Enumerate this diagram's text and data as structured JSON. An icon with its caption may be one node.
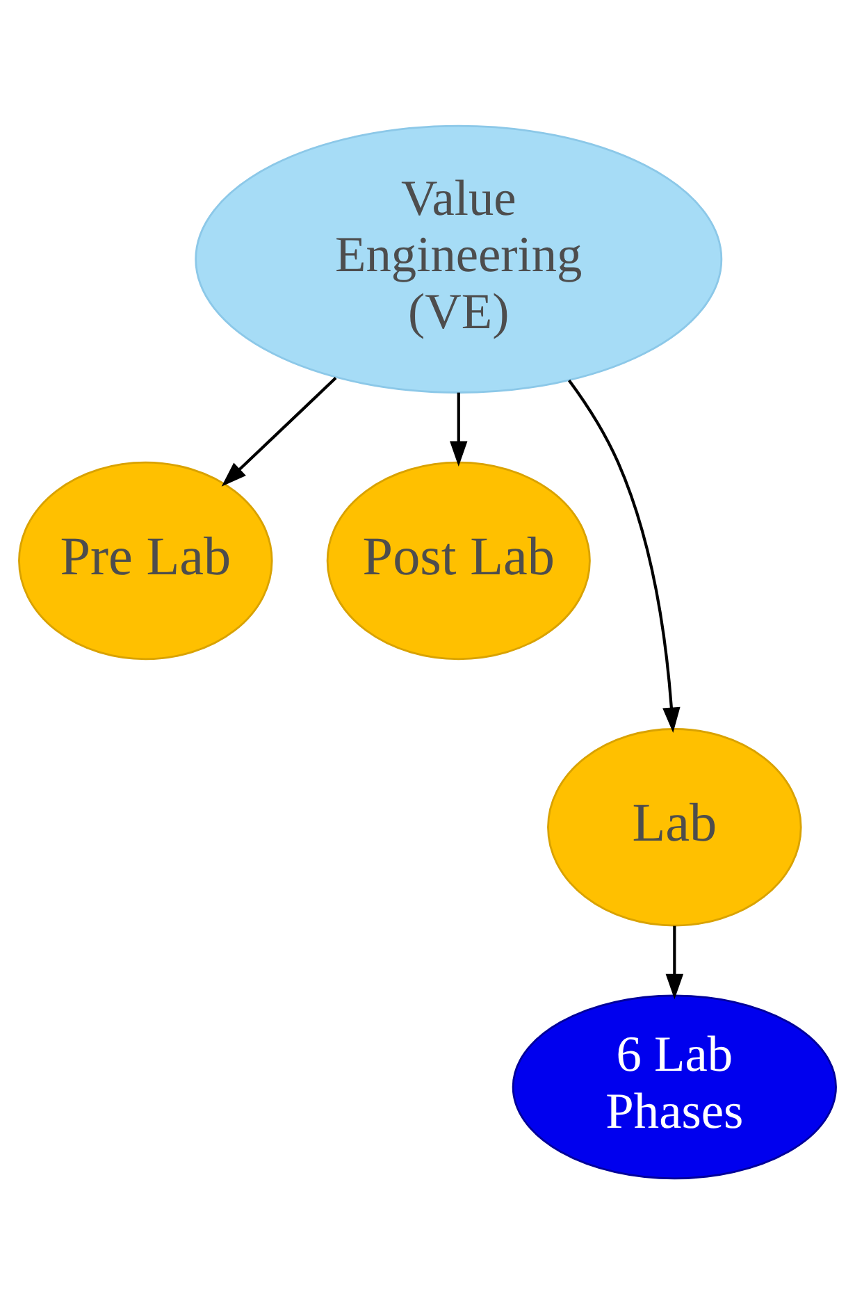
{
  "diagram": {
    "nodes": [
      {
        "text": [
          "Value Engineering (VE)"
        ]
      },
      {
        "text": [
          "Pre Lab"
        ]
      },
      {
        "text": [
          "Post Lab"
        ]
      },
      {
        "text": [
          "Lab"
        ]
      },
      {
        "text": [
          "6 Lab Phases"
        ]
      }
    ],
    "edges": [
      {
        "from": 0,
        "to": 1,
        "arrow": "to"
      },
      {
        "from": 0,
        "to": 3,
        "arrow": "to"
      },
      {
        "from": 0,
        "to": 2,
        "arrow": "to"
      },
      {
        "from": 3,
        "to": 4,
        "arrow": "to"
      }
    ]
  }
}
